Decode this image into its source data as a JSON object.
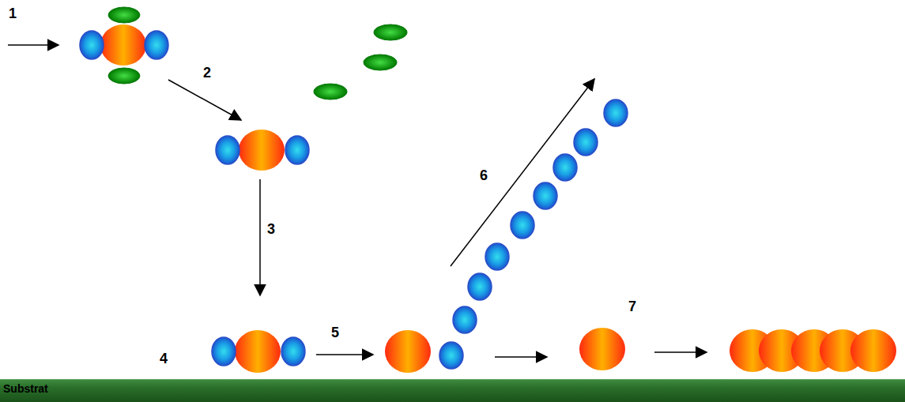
{
  "diagram": {
    "nodes": [
      {
        "text": [
          "Substrat"
        ]
      }
    ],
    "labels": [
      "1",
      "2",
      "3",
      "4",
      "5",
      "6",
      "7"
    ]
  }
}
